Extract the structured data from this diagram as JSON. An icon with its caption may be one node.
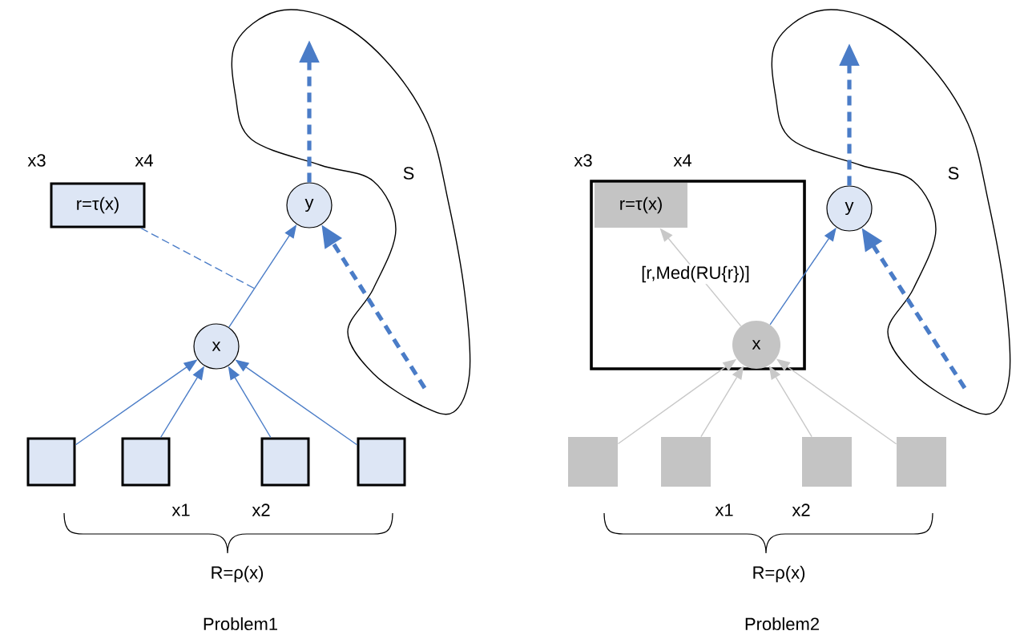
{
  "diagram": {
    "nodes": [
      {
        "text": [
          "r=τ(x)"
        ]
      },
      {
        "text": [
          "y"
        ]
      },
      {
        "text": [
          "x"
        ]
      },
      {
        "text": [],
        "shape": "box"
      },
      {
        "text": [],
        "shape": "box"
      },
      {
        "text": [],
        "shape": "box"
      },
      {
        "text": [],
        "shape": "box"
      },
      {
        "text": [
          "S"
        ]
      },
      {
        "text": [],
        "shape": "box"
      },
      {
        "text": [
          "r=τ(x)"
        ],
        "in": 8
      },
      {
        "text": [
          "x"
        ],
        "in": 8
      },
      {
        "text": [
          "y"
        ]
      },
      {
        "text": [],
        "shape": "box"
      },
      {
        "text": [],
        "shape": "box"
      },
      {
        "text": [],
        "shape": "box"
      },
      {
        "text": [],
        "shape": "box"
      },
      {
        "text": [
          "S"
        ]
      }
    ],
    "edges": [
      {
        "from": 3,
        "to": 2,
        "arrow": "to"
      },
      {
        "from": 4,
        "to": 2,
        "arrow": "to"
      },
      {
        "from": 5,
        "to": 2,
        "arrow": "to"
      },
      {
        "from": 6,
        "to": 2,
        "arrow": "to"
      },
      {
        "from": 2,
        "to": 1,
        "arrow": "to"
      },
      {
        "from": 0,
        "to": null,
        "arrow": "none",
        "style": "dashed"
      },
      {
        "from": 1,
        "to": 7,
        "arrow": "to",
        "style": "dashed"
      },
      {
        "from": 7,
        "to": 1,
        "arrow": "to",
        "style": "dashed"
      },
      {
        "from": 12,
        "to": 10,
        "arrow": "to",
        "color": "#c8c8c8"
      },
      {
        "from": 13,
        "to": 10,
        "arrow": "to",
        "color": "#c8c8c8"
      },
      {
        "from": 14,
        "to": 10,
        "arrow": "to",
        "color": "#c8c8c8"
      },
      {
        "from": 15,
        "to": 10,
        "arrow": "to",
        "color": "#c8c8c8"
      },
      {
        "from": 10,
        "to": 9,
        "arrow": "to",
        "color": "#c8c8c8",
        "label": "[r,Med(RU{r})]"
      },
      {
        "from": 10,
        "to": 11,
        "arrow": "to"
      },
      {
        "from": 11,
        "to": 16,
        "arrow": "to",
        "style": "dashed"
      },
      {
        "from": 16,
        "to": 11,
        "arrow": "to",
        "style": "dashed"
      }
    ],
    "labels": [
      "x3",
      "x4",
      "x1",
      "x2",
      "R=ρ(x)",
      "Problem1",
      "x3",
      "x4",
      "x1",
      "x2",
      "R=ρ(x)",
      "Problem2"
    ]
  }
}
